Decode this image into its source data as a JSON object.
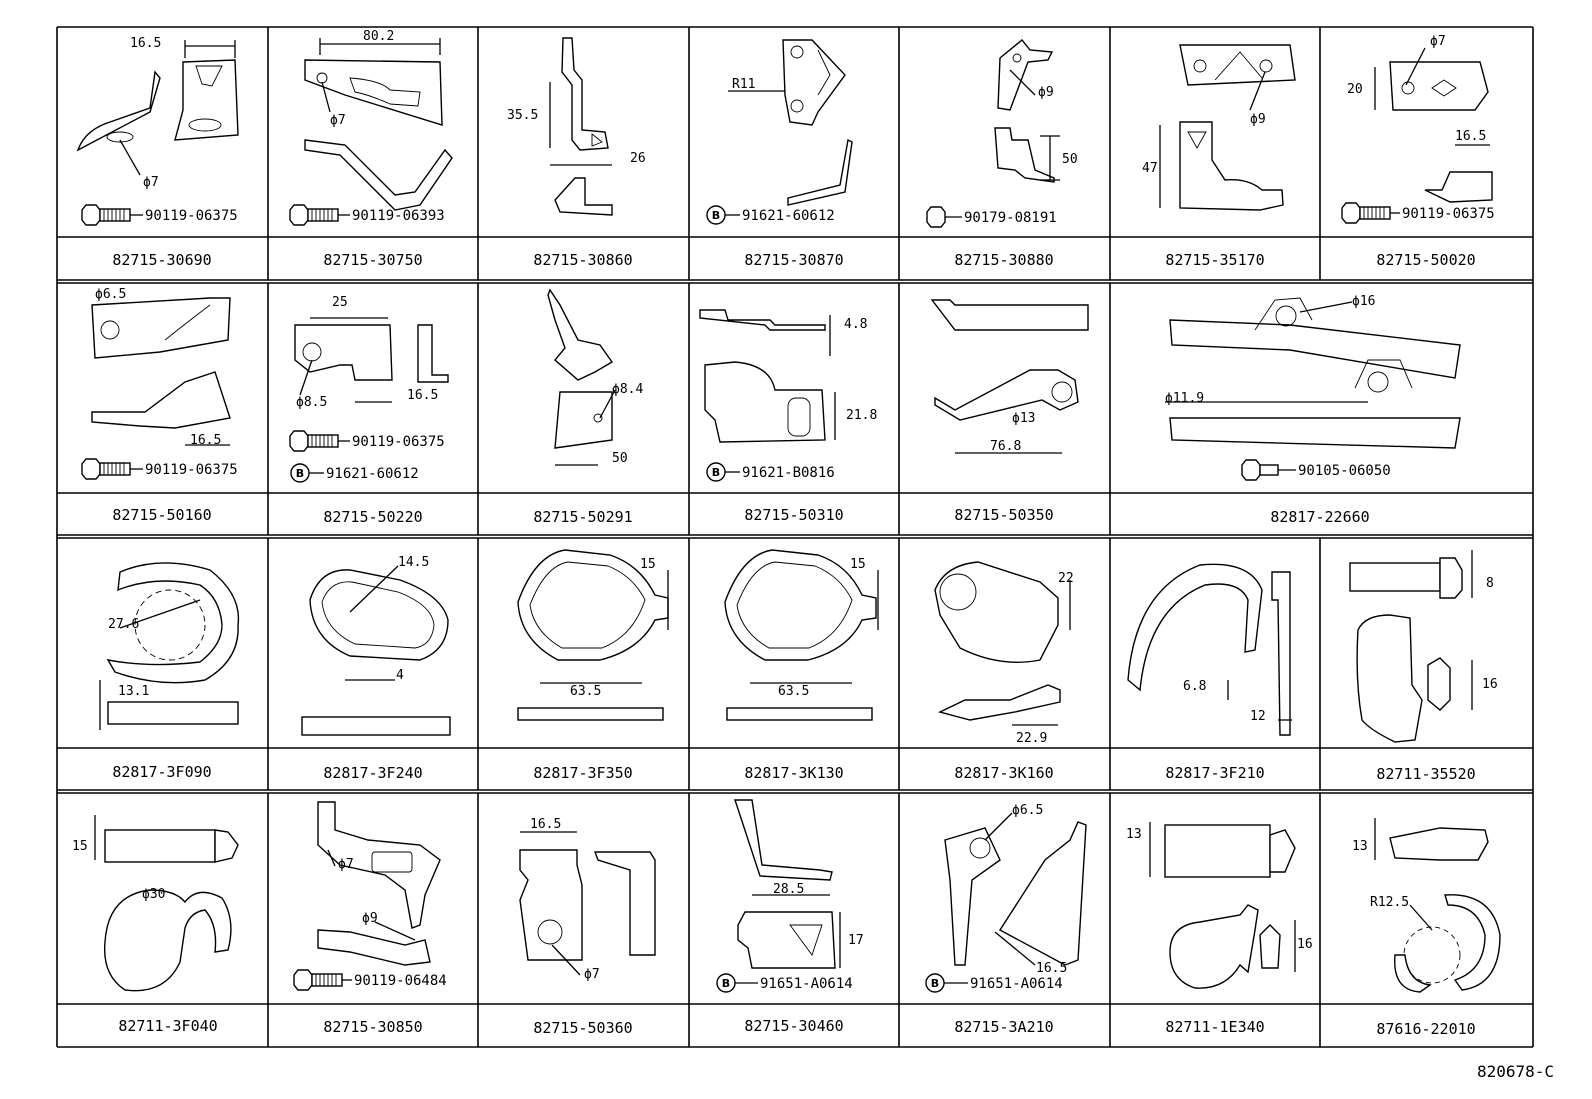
{
  "diagram_code": "820678-C",
  "cells": [
    {
      "part_number": "82715-30690",
      "fastener": "90119-06375",
      "fastener_type": "bolt",
      "dims": [
        "16.5",
        "ϕ7"
      ]
    },
    {
      "part_number": "82715-30750",
      "fastener": "90119-06393",
      "fastener_type": "bolt",
      "dims": [
        "80.2",
        "ϕ7"
      ]
    },
    {
      "part_number": "82715-30860",
      "fastener": "",
      "fastener_type": "",
      "dims": [
        "35.5",
        "26"
      ]
    },
    {
      "part_number": "82715-30870",
      "fastener": "91621-60612",
      "fastener_type": "B",
      "dims": [
        "R11"
      ]
    },
    {
      "part_number": "82715-30880",
      "fastener": "90179-08191",
      "fastener_type": "nut",
      "dims": [
        "ϕ9",
        "50"
      ]
    },
    {
      "part_number": "82715-35170",
      "fastener": "",
      "fastener_type": "",
      "dims": [
        "47",
        "ϕ9"
      ]
    },
    {
      "part_number": "82715-50020",
      "fastener": "90119-06375",
      "fastener_type": "bolt",
      "dims": [
        "20",
        "ϕ7",
        "16.5"
      ]
    },
    {
      "part_number": "82715-50160",
      "fastener": "90119-06375",
      "fastener_type": "bolt",
      "dims": [
        "ϕ6.5",
        "16.5"
      ]
    },
    {
      "part_number": "82715-50220",
      "fastener": "90119-06375",
      "fastener_type": "bolt",
      "fastener2": "91621-60612",
      "dims": [
        "25",
        "ϕ8.5",
        "16.5"
      ]
    },
    {
      "part_number": "82715-50291",
      "fastener": "",
      "fastener_type": "",
      "dims": [
        "ϕ8.4",
        "50"
      ]
    },
    {
      "part_number": "82715-50310",
      "fastener": "91621-B0816",
      "fastener_type": "B",
      "dims": [
        "4.8",
        "21.8"
      ]
    },
    {
      "part_number": "82715-50350",
      "fastener": "",
      "fastener_type": "",
      "dims": [
        "ϕ13",
        "76.8"
      ]
    },
    {
      "part_number": "82817-22660",
      "fastener": "90105-06050",
      "fastener_type": "flangebolt",
      "dims": [
        "ϕ16",
        "ϕ11.9"
      ]
    },
    {
      "part_number": "82817-3F090",
      "fastener": "",
      "fastener_type": "",
      "dims": [
        "27.6",
        "13.1"
      ]
    },
    {
      "part_number": "82817-3F240",
      "fastener": "",
      "fastener_type": "",
      "dims": [
        "14.5",
        "4"
      ]
    },
    {
      "part_number": "82817-3F350",
      "fastener": "",
      "fastener_type": "",
      "dims": [
        "15",
        "63.5"
      ]
    },
    {
      "part_number": "82817-3K130",
      "fastener": "",
      "fastener_type": "",
      "dims": [
        "15",
        "63.5"
      ]
    },
    {
      "part_number": "82817-3K160",
      "fastener": "",
      "fastener_type": "",
      "dims": [
        "22",
        "22.9"
      ]
    },
    {
      "part_number": "82817-3F210",
      "fastener": "",
      "fastener_type": "",
      "dims": [
        "6.8",
        "12"
      ]
    },
    {
      "part_number": "82711-35520",
      "fastener": "",
      "fastener_type": "",
      "dims": [
        "8",
        "16"
      ]
    },
    {
      "part_number": "82711-3F040",
      "fastener": "",
      "fastener_type": "",
      "dims": [
        "15",
        "ϕ30"
      ]
    },
    {
      "part_number": "82715-30850",
      "fastener": "90119-06484",
      "fastener_type": "bolt",
      "dims": [
        "ϕ7",
        "ϕ9"
      ]
    },
    {
      "part_number": "82715-50360",
      "fastener": "",
      "fastener_type": "",
      "dims": [
        "16.5",
        "ϕ7"
      ]
    },
    {
      "part_number": "82715-30460",
      "fastener": "91651-A0614",
      "fastener_type": "B",
      "dims": [
        "28.5",
        "17"
      ]
    },
    {
      "part_number": "82715-3A210",
      "fastener": "91651-A0614",
      "fastener_type": "B",
      "dims": [
        "ϕ6.5",
        "16.5"
      ]
    },
    {
      "part_number": "82711-1E340",
      "fastener": "",
      "fastener_type": "",
      "dims": [
        "13",
        "16"
      ]
    },
    {
      "part_number": "87616-22010",
      "fastener": "",
      "fastener_type": "",
      "dims": [
        "13",
        "R12.5"
      ]
    }
  ],
  "bubble_label": "B"
}
